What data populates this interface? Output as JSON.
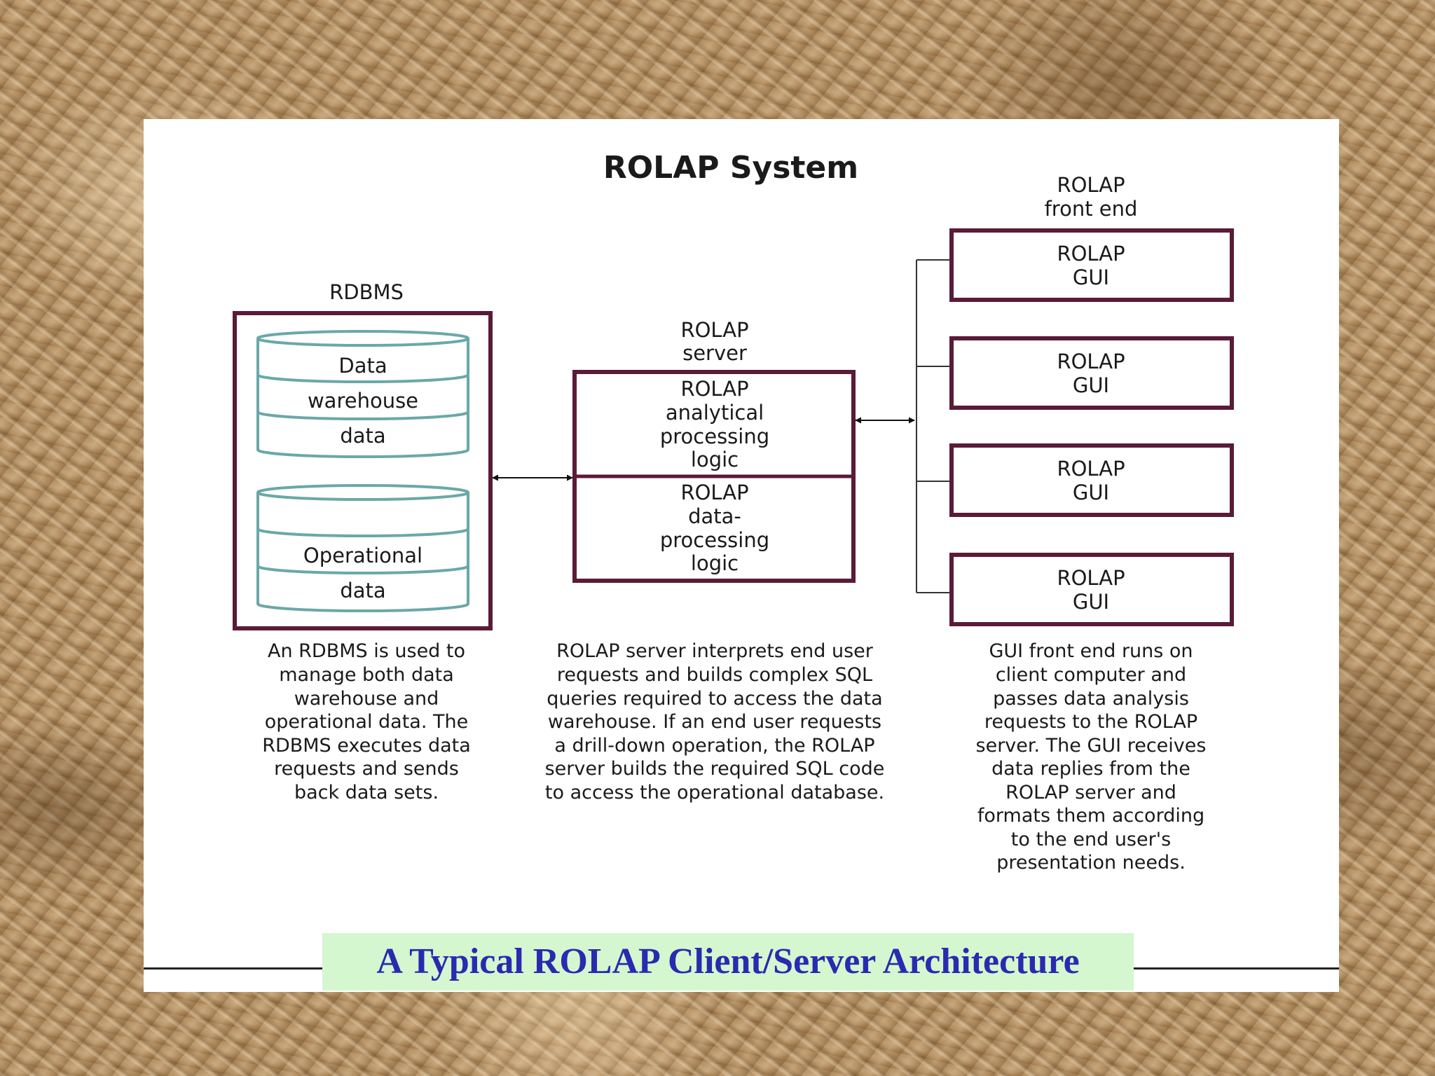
{
  "diagram": {
    "title": "ROLAP System",
    "rdbms": {
      "label": "RDBMS",
      "warehouse_lines": [
        "Data",
        "warehouse",
        "data"
      ],
      "operational_lines": [
        "Operational",
        "data"
      ],
      "description": [
        "An RDBMS is used to",
        "manage both data",
        "warehouse and",
        "operational data.  The",
        "RDBMS executes data",
        "requests and sends",
        "back data sets."
      ]
    },
    "server": {
      "label_lines": [
        "ROLAP",
        "server"
      ],
      "analytical_lines": [
        "ROLAP",
        "analytical",
        "processing",
        "logic"
      ],
      "dataproc_lines": [
        "ROLAP",
        "data-",
        "processing",
        "logic"
      ],
      "description": [
        "ROLAP server interprets end user",
        "requests and builds complex SQL",
        "queries required to access the data",
        "warehouse.  If an end user requests",
        "a drill-down operation, the ROLAP",
        "server builds the required SQL code",
        "to access the operational database."
      ]
    },
    "frontend": {
      "label_lines": [
        "ROLAP",
        "front end"
      ],
      "gui_lines": [
        "ROLAP",
        "GUI"
      ],
      "gui_count": 4,
      "description": [
        "GUI front end runs on",
        "client computer and",
        "passes data analysis",
        "requests to the ROLAP",
        "server.  The GUI receives",
        "data replies from the",
        "ROLAP server and",
        "formats them according",
        "to the end user's",
        "presentation needs."
      ]
    },
    "colors": {
      "box_border": "#5a1a38",
      "cylinder": "#6aa8a8",
      "caption_bg": "#d4f7d0",
      "caption_text": "#2a2ab0"
    }
  },
  "caption": "A Typical ROLAP Client/Server Architecture"
}
